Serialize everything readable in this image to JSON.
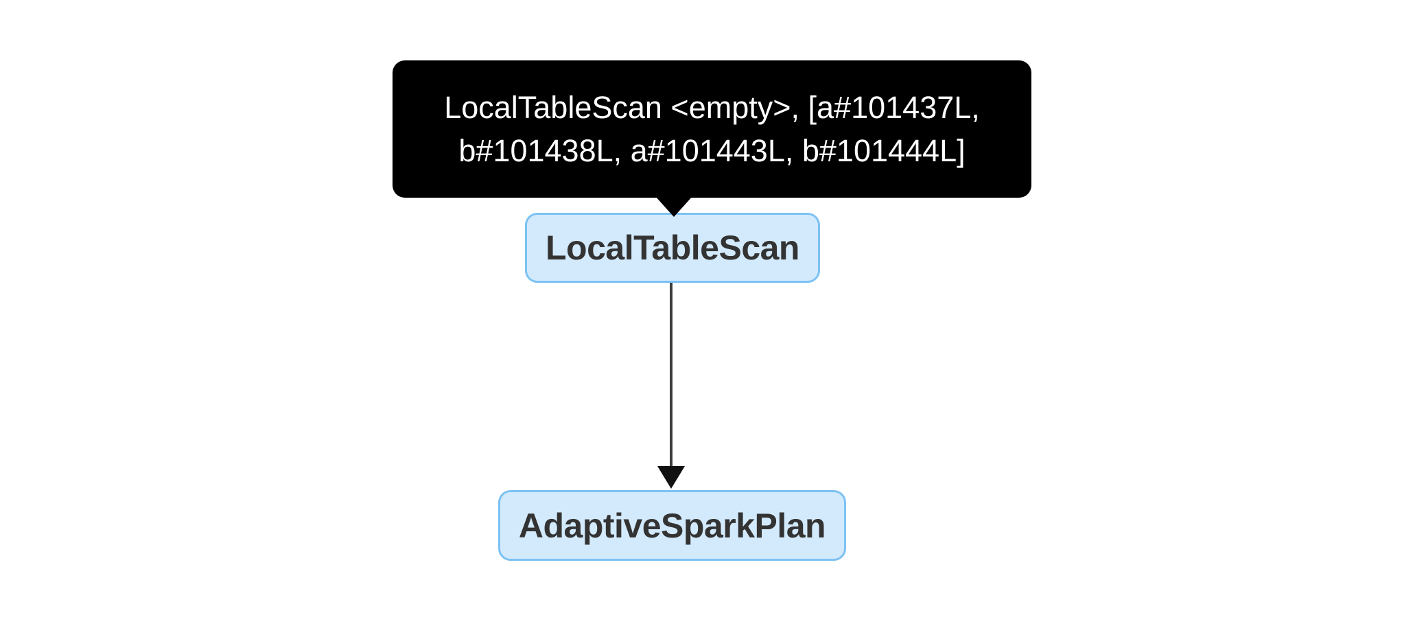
{
  "diagram": {
    "type": "spark-query-plan-dag",
    "tooltip": {
      "lines": [
        "LocalTableScan <empty>, [a#101437L,",
        "b#101438L, a#101443L, b#101444L]"
      ],
      "bg_color": "#000000",
      "text_color": "#ffffff"
    },
    "nodes": [
      {
        "id": "localtablescan",
        "label": "LocalTableScan"
      },
      {
        "id": "adaptivesparkplan",
        "label": "AdaptiveSparkPlan"
      }
    ],
    "edges": [
      {
        "from": "LocalTableScan",
        "to": "AdaptiveSparkPlan"
      }
    ],
    "colors": {
      "background": "#ffffff",
      "node_fill": "#d3eafc",
      "node_border": "#7cc2f4",
      "node_text": "#333333",
      "edge_line": "#3c3c3c",
      "arrowhead": "#111111"
    }
  }
}
